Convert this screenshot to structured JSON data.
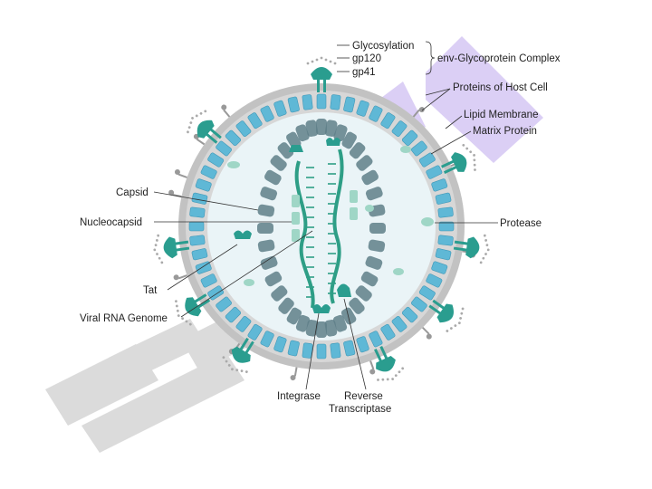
{
  "labels": {
    "glycosylation": "Glycosylation",
    "gp120": "gp120",
    "gp41": "gp41",
    "env_complex": "env-Glycoprotein Complex",
    "host_proteins": "Proteins of Host Cell",
    "lipid_membrane": "Lipid Membrane",
    "matrix_protein": "Matrix Protein",
    "capsid": "Capsid",
    "nucleocapsid": "Nucleocapsid",
    "protease": "Protease",
    "tat": "Tat",
    "viral_rna": "Viral RNA Genome",
    "integrase": "Integrase",
    "reverse": "Reverse",
    "transcriptase": "Transcriptase"
  },
  "colors": {
    "membrane": "#b8b8b8",
    "matrix": "#5fb8d6",
    "interior": "#eaf4f7",
    "capsid": "#5f7f88",
    "rna": "#2e9e86",
    "glycoprotein": "#2a9d8f",
    "watermark_gray": "#cfcfcf",
    "watermark_purple": "#c9b8f0"
  }
}
